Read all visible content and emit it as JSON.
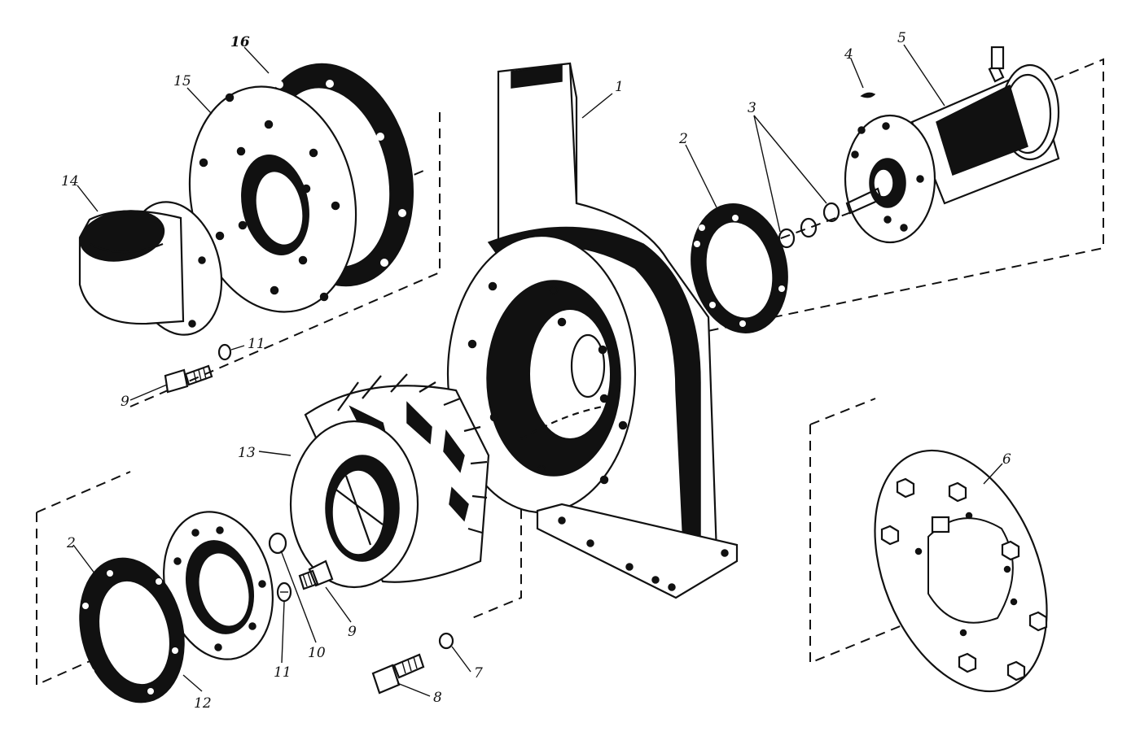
{
  "diagram": {
    "callouts": {
      "c1": "1",
      "c2_top": "2",
      "c2_bottom": "2",
      "c3": "3",
      "c4": "4",
      "c5": "5",
      "c6": "6",
      "c7": "7",
      "c8": "8",
      "c9_left": "9",
      "c9_right": "9",
      "c10": "10",
      "c11_top": "11",
      "c11_bottom": "11",
      "c12": "12",
      "c13": "13",
      "c14": "14",
      "c15": "15",
      "c16": "16"
    }
  }
}
